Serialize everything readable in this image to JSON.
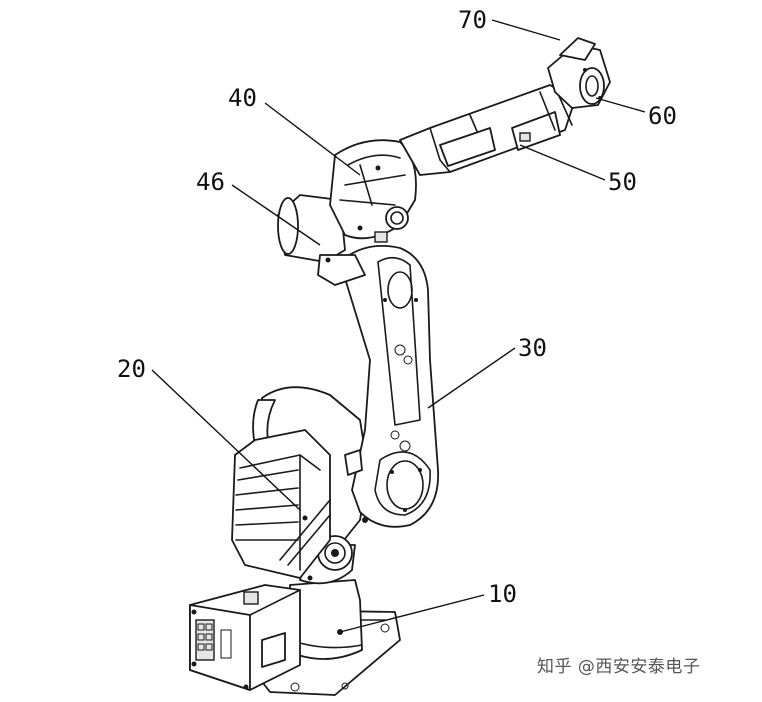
{
  "callouts": [
    {
      "id": "70",
      "text": "70"
    },
    {
      "id": "60",
      "text": "60"
    },
    {
      "id": "50",
      "text": "50"
    },
    {
      "id": "40",
      "text": "40"
    },
    {
      "id": "46",
      "text": "46"
    },
    {
      "id": "30",
      "text": "30"
    },
    {
      "id": "20",
      "text": "20"
    },
    {
      "id": "10",
      "text": "10"
    }
  ],
  "watermark": "知乎 @西安安泰电子"
}
